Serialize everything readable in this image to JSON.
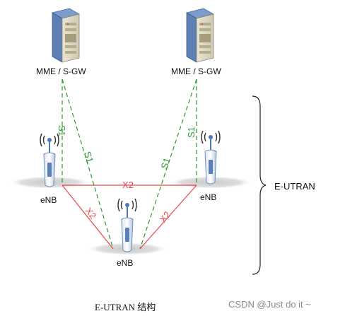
{
  "nodes": {
    "mme_left": "MME / S-GW",
    "mme_right": "MME / S-GW",
    "enb_left": "eNB",
    "enb_right": "eNB",
    "enb_bottom": "eNB"
  },
  "links": {
    "s1": "S1",
    "x2": "X2"
  },
  "group_label": "E-UTRAN",
  "caption": "E-UTRAN 结构",
  "watermark": "CSDN @Just do it ~",
  "colors": {
    "s1_line": "#2e9a2e",
    "x2_line": "#e8474a",
    "label_s1": "#2e9a2e",
    "label_x2": "#e8474a"
  }
}
